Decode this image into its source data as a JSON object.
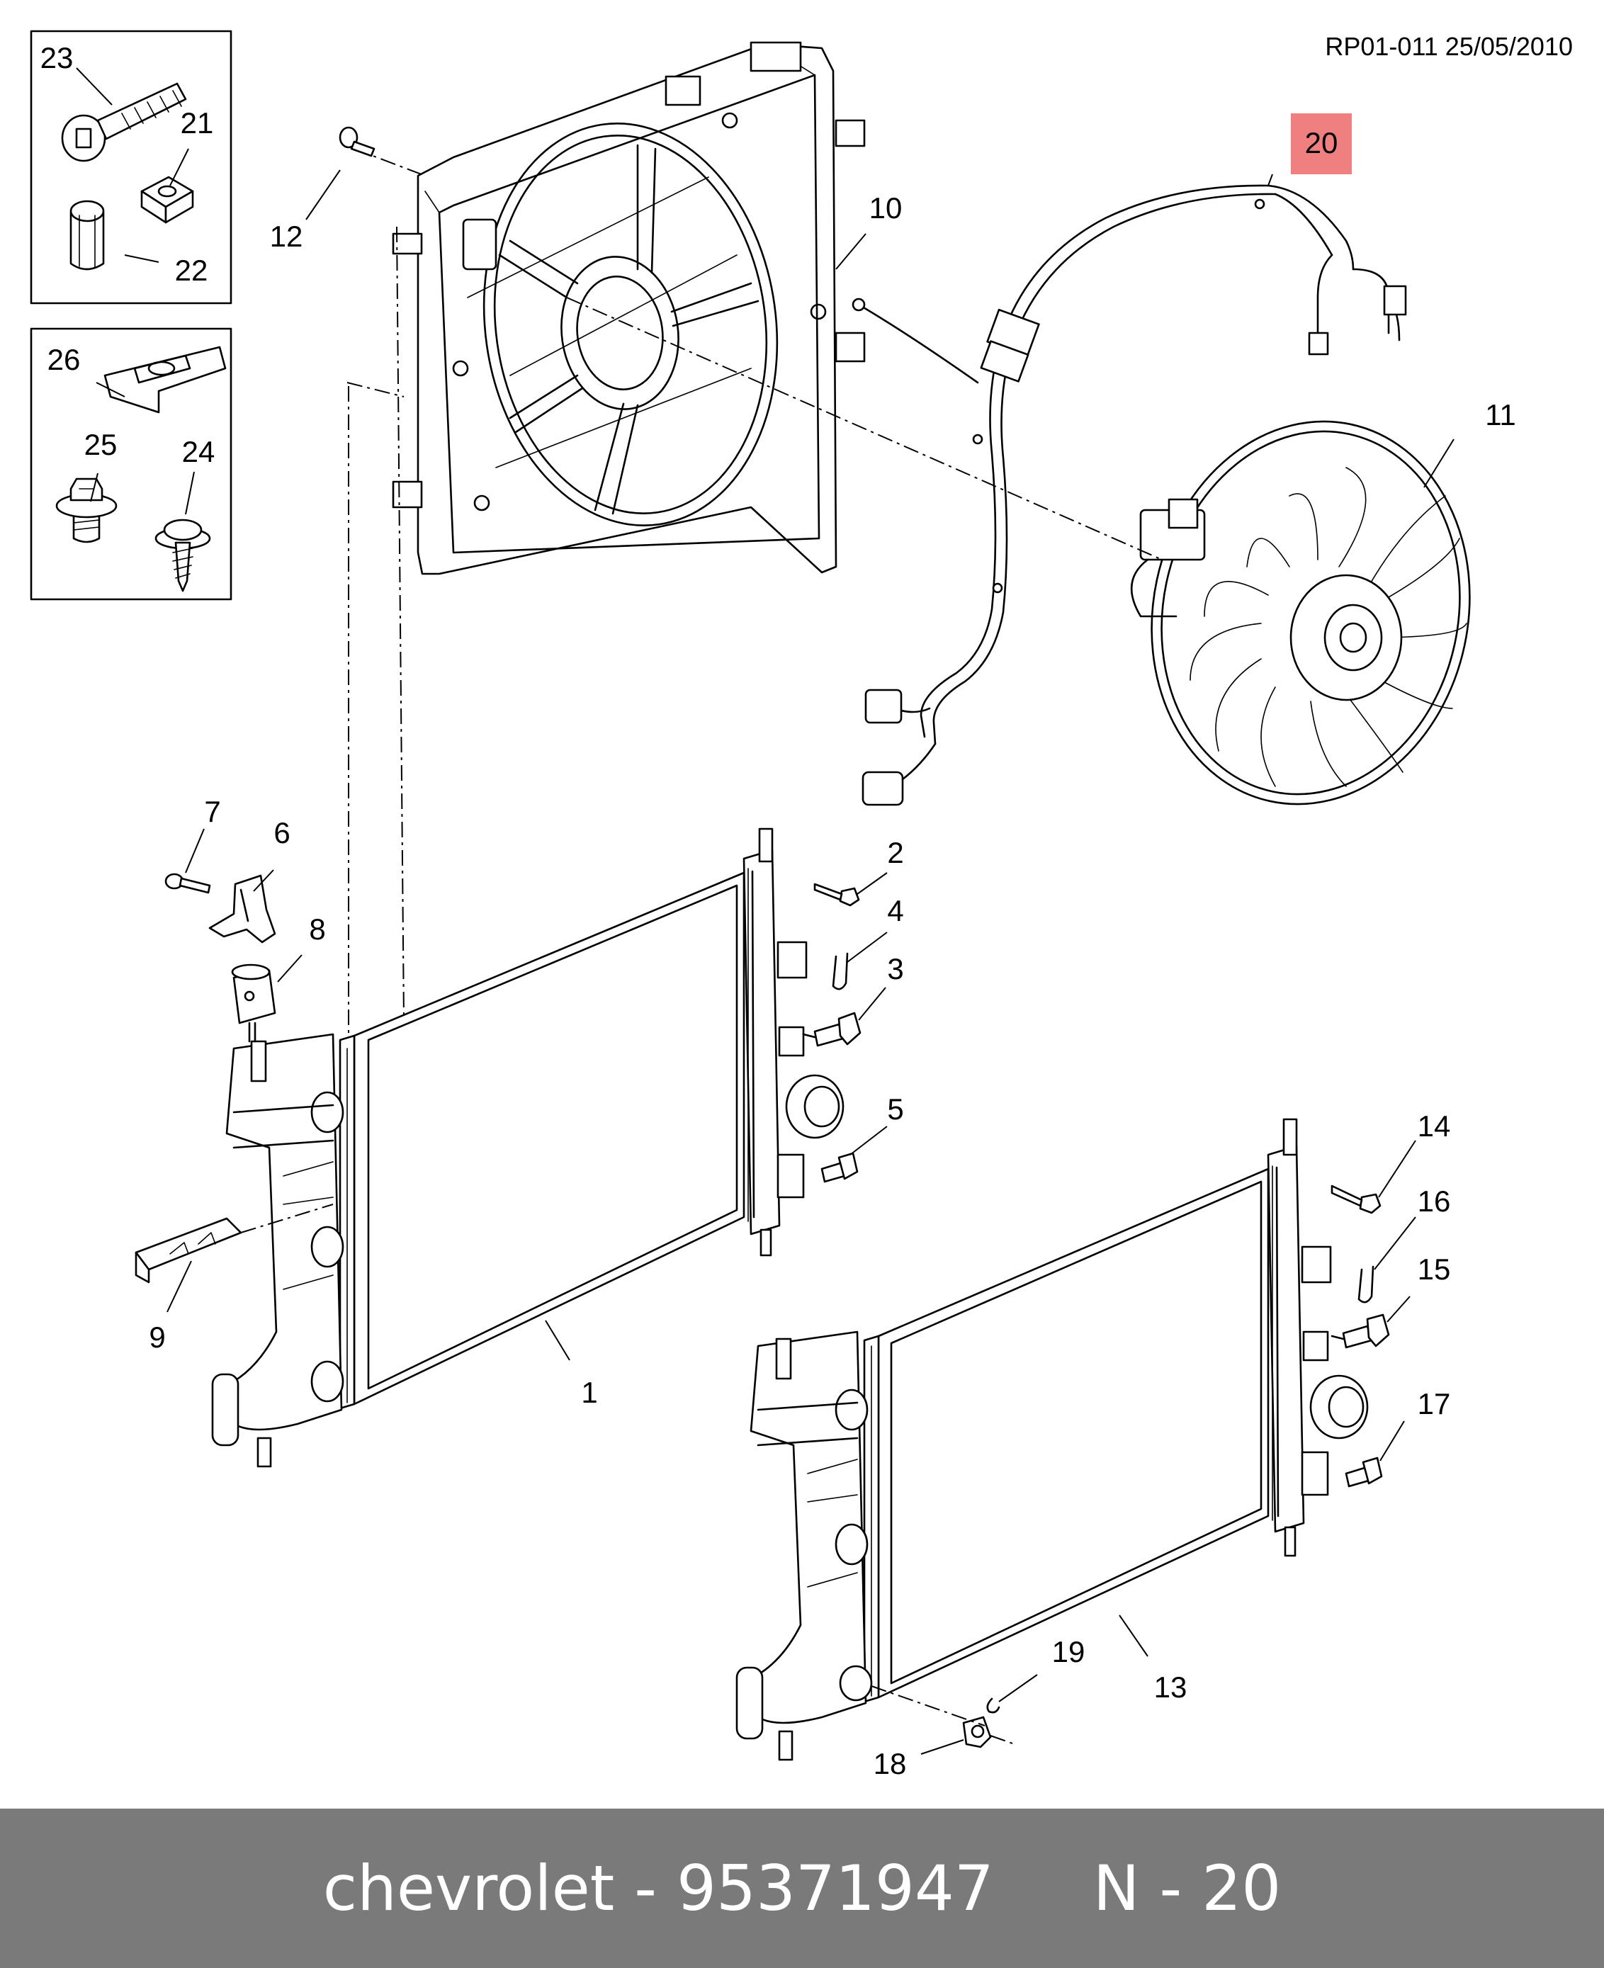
{
  "doc_ref": "RP01-011 25/05/2010",
  "highlight_color": "#f08080",
  "footer_bg": "#7a7a7a",
  "footer": {
    "brand": "chevrolet",
    "part_number": "95371947",
    "position": "N - 20",
    "text": "chevrolet - 95371947     N - 20"
  },
  "callouts": [
    {
      "id": "1",
      "label": "1"
    },
    {
      "id": "2",
      "label": "2"
    },
    {
      "id": "3",
      "label": "3"
    },
    {
      "id": "4",
      "label": "4"
    },
    {
      "id": "5",
      "label": "5"
    },
    {
      "id": "6",
      "label": "6"
    },
    {
      "id": "7",
      "label": "7"
    },
    {
      "id": "8",
      "label": "8"
    },
    {
      "id": "9",
      "label": "9"
    },
    {
      "id": "10",
      "label": "10"
    },
    {
      "id": "11",
      "label": "11"
    },
    {
      "id": "12",
      "label": "12"
    },
    {
      "id": "13",
      "label": "13"
    },
    {
      "id": "14",
      "label": "14"
    },
    {
      "id": "15",
      "label": "15"
    },
    {
      "id": "16",
      "label": "16"
    },
    {
      "id": "17",
      "label": "17"
    },
    {
      "id": "18",
      "label": "18"
    },
    {
      "id": "19",
      "label": "19"
    },
    {
      "id": "20",
      "label": "20",
      "highlighted": true
    },
    {
      "id": "21",
      "label": "21"
    },
    {
      "id": "22",
      "label": "22"
    },
    {
      "id": "23",
      "label": "23"
    },
    {
      "id": "24",
      "label": "24"
    },
    {
      "id": "25",
      "label": "25"
    },
    {
      "id": "26",
      "label": "26"
    }
  ]
}
